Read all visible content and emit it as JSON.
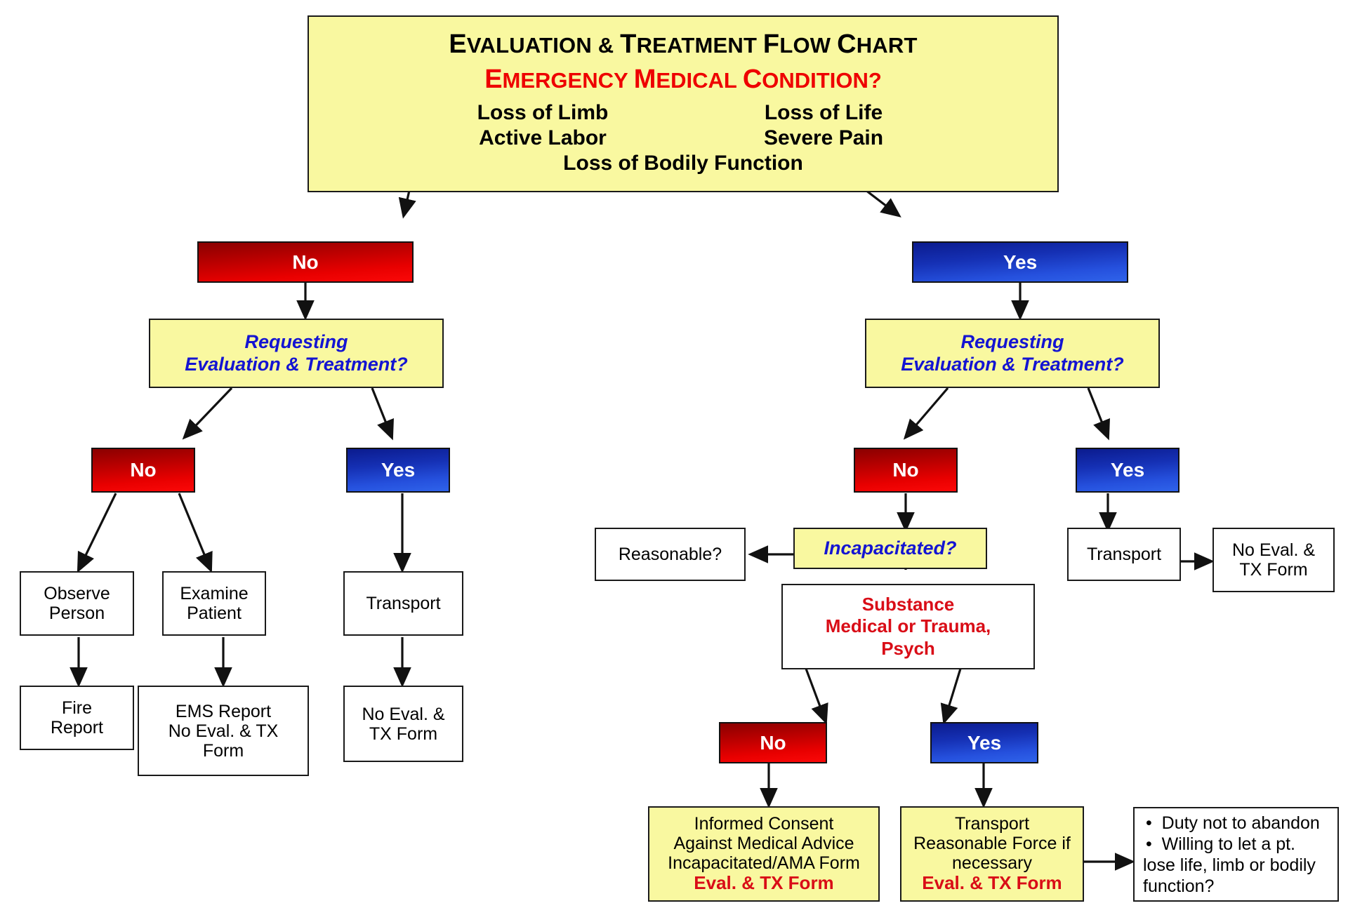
{
  "title_box": {
    "line1": "EVALUATION & TREATMENT FLOW CHART",
    "line2": "EMERGENCY MEDICAL CONDITION?",
    "criteria_left": [
      "Loss of Limb",
      "Active Labor"
    ],
    "criteria_right": [
      "Loss of Life",
      "Severe Pain"
    ],
    "criteria_last": "Loss of Bodily Function"
  },
  "labels": {
    "no": "No",
    "yes": "Yes",
    "requesting": "Requesting\nEvaluation & Treatment?",
    "requesting_line1": "Requesting",
    "requesting_line2": "Evaluation & Treatment?",
    "observe_person": "Observe\nPerson",
    "examine_patient": "Examine\nPatient",
    "transport": "Transport",
    "fire_report": "Fire\nReport",
    "ems_report": "EMS Report\nNo Eval. & TX\nForm",
    "no_eval_tx_form": "No Eval. &\nTX Form",
    "reasonable": "Reasonable?",
    "incapacitated": "Incapacitated?",
    "substance": "Substance\nMedical or Trauma,\nPsych",
    "informed_consent": "Informed Consent\nAgainst Medical Advice\nIncapacitated/AMA Form",
    "eval_tx_form": "Eval. & TX Form",
    "transport_force": "Transport\nReasonable Force if\nnecessary",
    "duty_bullet1": "Duty not to abandon",
    "duty_bullet2": "Willing to let a pt.",
    "duty_line3": "lose life, limb or bodily",
    "duty_line4": "function?"
  },
  "colors": {
    "yellow_fill": "#f9f8a0",
    "red_chip": "#e80000",
    "blue_chip": "#2550dd",
    "red_text": "#d90d17",
    "blue_text": "#1414d2",
    "border": "#1a1a1a",
    "white_fill": "#ffffff"
  }
}
